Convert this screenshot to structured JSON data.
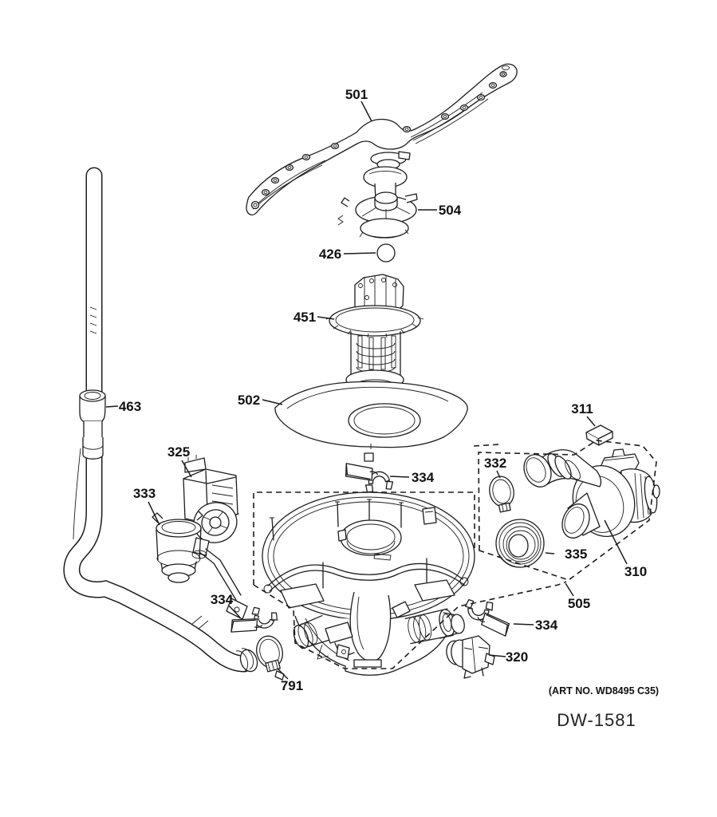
{
  "footer": {
    "art_no": "(ART NO. WD8495 C35)",
    "drawing_no": "DW-1581"
  },
  "callouts": {
    "c501": {
      "label": "501"
    },
    "c504": {
      "label": "504"
    },
    "c426": {
      "label": "426"
    },
    "c451": {
      "label": "451"
    },
    "c502": {
      "label": "502"
    },
    "c463": {
      "label": "463"
    },
    "c325": {
      "label": "325"
    },
    "c333": {
      "label": "333"
    },
    "c334_top": {
      "label": "334"
    },
    "c332": {
      "label": "332"
    },
    "c311": {
      "label": "311"
    },
    "c335": {
      "label": "335"
    },
    "c310": {
      "label": "310"
    },
    "c505": {
      "label": "505"
    },
    "c334_left": {
      "label": "334"
    },
    "c791": {
      "label": "791"
    },
    "c334_right": {
      "label": "334"
    },
    "c320": {
      "label": "320"
    }
  }
}
